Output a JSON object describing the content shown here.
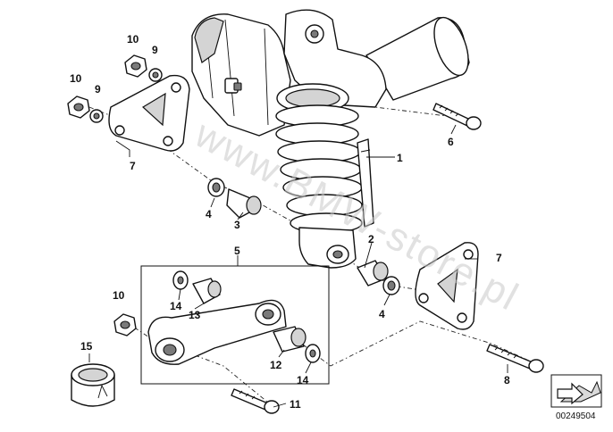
{
  "watermark": "www.BMW-store.pl",
  "reference_number": "00249504",
  "callouts": {
    "c1": "1",
    "c2": "2",
    "c3": "3",
    "c4a": "4",
    "c4b": "4",
    "c5": "5",
    "c6": "6",
    "c7a": "7",
    "c7b": "7",
    "c8": "8",
    "c9a": "9",
    "c9b": "9",
    "c10a": "10",
    "c10b": "10",
    "c10c": "10",
    "c11": "11",
    "c12": "12",
    "c13": "13",
    "c14a": "14",
    "c14b": "14",
    "c15": "15"
  }
}
